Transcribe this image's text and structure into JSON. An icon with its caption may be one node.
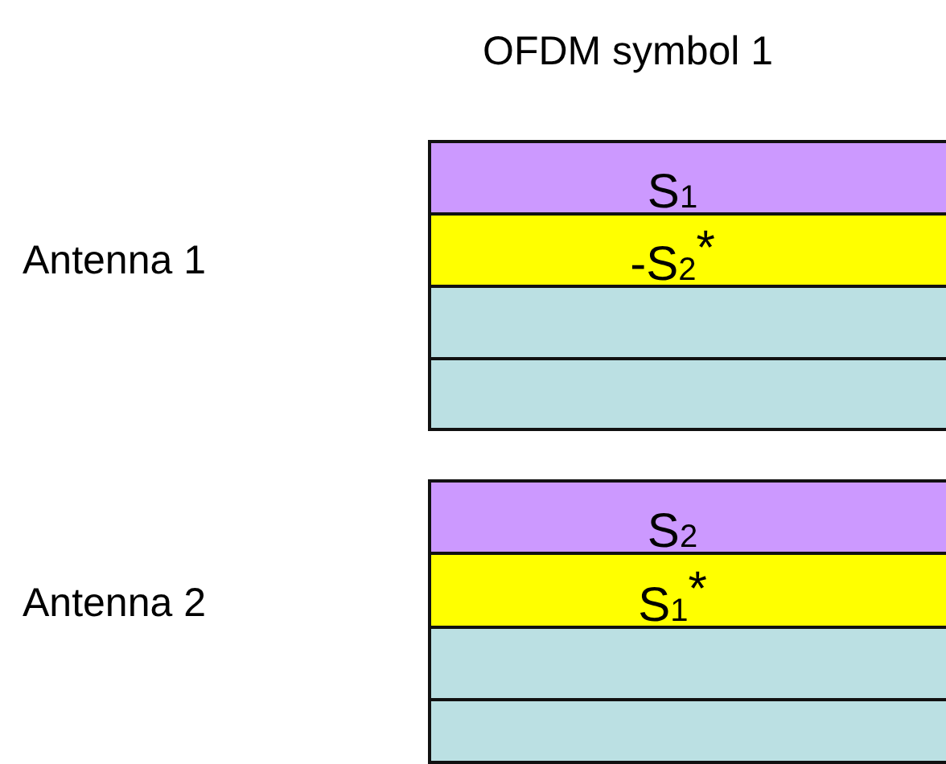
{
  "diagram": {
    "nodes": [
      {
        "text": [
          "S$_{1}$"
        ]
      },
      {
        "text": [
          "-S$_{2}$$^{*}$"
        ]
      },
      {
        "text": [],
        "shape": "bar"
      },
      {
        "text": [],
        "shape": "bar"
      },
      {
        "text": [
          "S$_{2}$"
        ]
      },
      {
        "text": [
          "S$_{1}$$^{*}$"
        ]
      },
      {
        "text": [],
        "shape": "bar"
      },
      {
        "text": [],
        "shape": "bar"
      }
    ],
    "edges": [],
    "labels": [
      "OFDM symbol 1",
      "Antenna 1",
      "Antenna 2"
    ]
  }
}
